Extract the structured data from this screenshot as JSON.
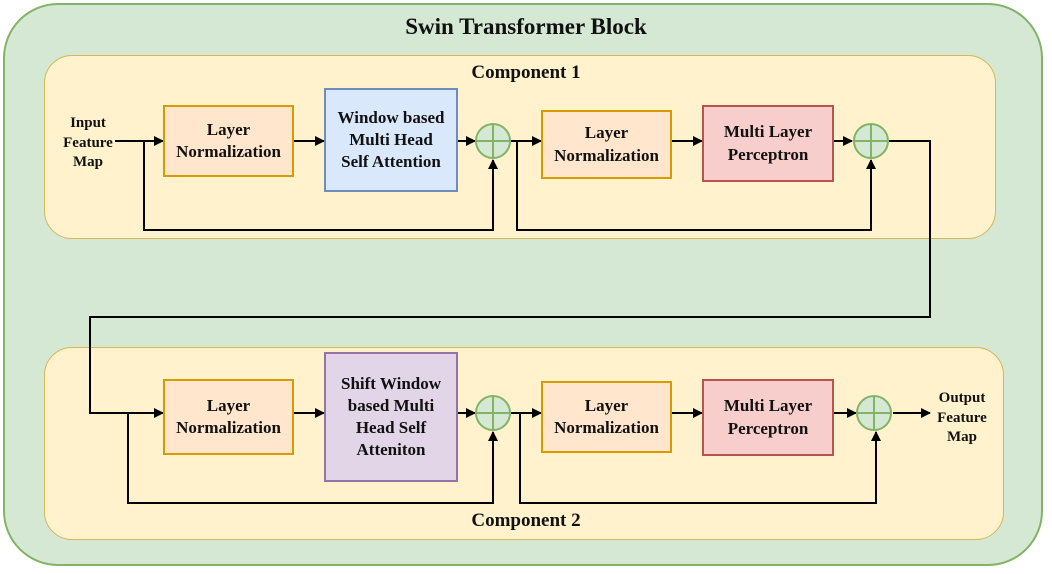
{
  "title": "Swin Transformer Block",
  "component1": {
    "title": "Component 1",
    "input_label": [
      "Input",
      "Feature",
      "Map"
    ],
    "layer_norm_1": [
      "Layer",
      "Normalization"
    ],
    "attention": [
      "Window based",
      "Multi Head",
      "Self Attention"
    ],
    "layer_norm_2": [
      "Layer",
      "Normalization"
    ],
    "mlp": [
      "Multi Layer",
      "Perceptron"
    ]
  },
  "component2": {
    "title": "Component 2",
    "layer_norm_1": [
      "Layer",
      "Normalization"
    ],
    "attention": [
      "Shift Window",
      "based Multi",
      "Head Self",
      "Atteniton"
    ],
    "layer_norm_2": [
      "Layer",
      "Normalization"
    ],
    "mlp": [
      "Multi Layer",
      "Perceptron"
    ],
    "output_label": [
      "Output",
      "Feature",
      "Map"
    ]
  },
  "colors": {
    "outer_fill": "#d5e8d4",
    "outer_stroke": "#82b366",
    "component_fill": "#fff2cc",
    "component_stroke": "#d6b656",
    "layer_norm_fill": "#ffe6cc",
    "layer_norm_stroke": "#d79b00",
    "mlp_fill": "#f8cecc",
    "mlp_stroke": "#b85450",
    "window_attention_fill": "#dae8fc",
    "window_attention_stroke": "#6c8ebf",
    "shift_attention_fill": "#e1d5e7",
    "shift_attention_stroke": "#9673a6",
    "adder_fill": "#d5e8d4",
    "adder_stroke": "#82b366"
  },
  "icons": {
    "adder": "circle-plus-icon"
  }
}
